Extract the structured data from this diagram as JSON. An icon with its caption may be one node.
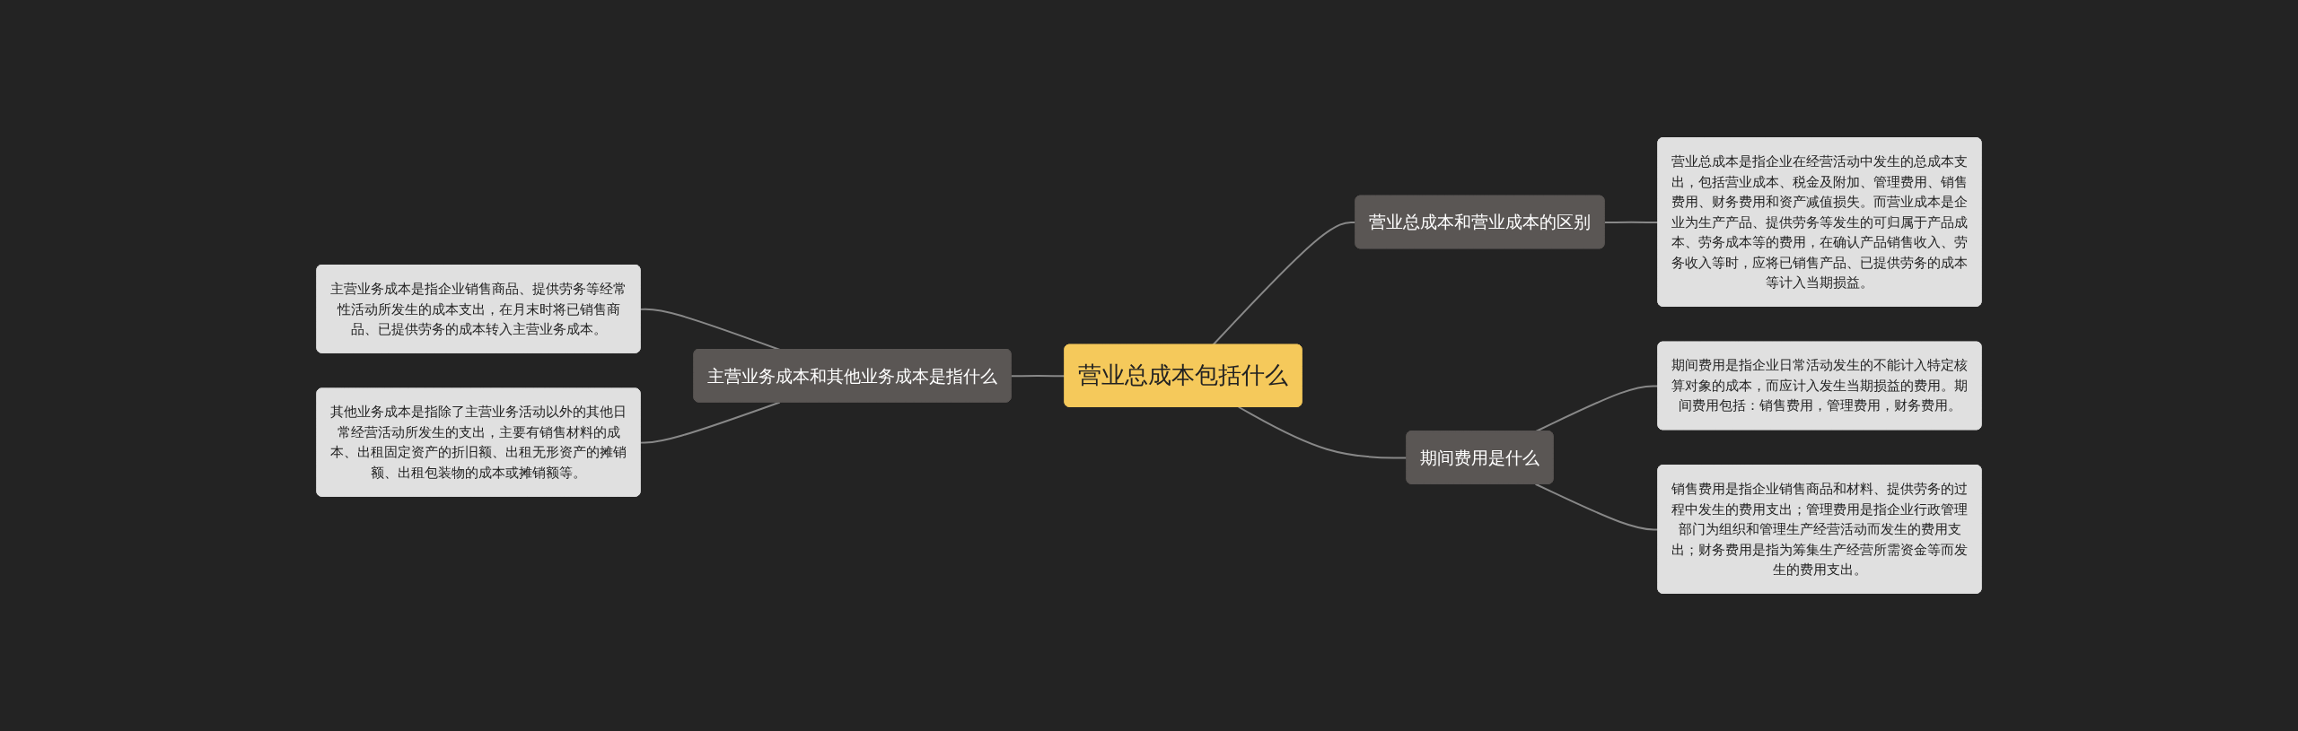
{
  "diagram": {
    "nodes": [
      {
        "text": [
          "营业总成本包括什么"
        ]
      },
      {
        "text": [
          "主营业务成本和其他业务成本是指什么"
        ]
      },
      {
        "text": [
          "主营业务成本是指企业销售商品、提供劳务等经常性活动所发生的成本支出，在月末时将已销售商品、已提供劳务的成本转入主营业务成本。"
        ]
      },
      {
        "text": [
          "其他业务成本是指除了主营业务活动以外的其他日常经营活动所发生的支出，主要有销售材料的成本、出租固定资产的折旧额、出租无形资产的摊销额、出租包装物的成本或摊销额等。"
        ]
      },
      {
        "text": [
          "营业总成本和营业成本的区别"
        ]
      },
      {
        "text": [
          "营业总成本是指企业在经营活动中发生的总成本支出，包括营业成本、税金及附加、管理费用、销售费用、财务费用和资产减值损失。而营业成本是企业为生产产品、提供劳务等发生的可归属于产品成本、劳务成本等的费用，在确认产品销售收入、劳务收入等时，应将已销售产品、已提供劳务的成本等计入当期损益。"
        ]
      },
      {
        "text": [
          "期间费用是什么"
        ]
      },
      {
        "text": [
          "期间费用是指企业日常活动发生的不能计入特定核算对象的成本，而应计入发生当期损益的费用。期间费用包括：销售费用，管理费用，财务费用。"
        ]
      },
      {
        "text": [
          "销售费用是指企业销售商品和材料、提供劳务的过程中发生的费用支出；管理费用是指企业行政管理部门为组织和管理生产经营活动而发生的费用支出；财务费用是指为筹集生产经营所需资金等而发生的费用支出。"
        ]
      }
    ],
    "edges": [
      {
        "from": 2,
        "to": 1,
        "arrow": "none"
      },
      {
        "from": 3,
        "to": 1,
        "arrow": "none"
      },
      {
        "from": 1,
        "to": 0,
        "arrow": "none"
      },
      {
        "from": 0,
        "to": 4,
        "arrow": "none"
      },
      {
        "from": 4,
        "to": 5,
        "arrow": "none"
      },
      {
        "from": 0,
        "to": 6,
        "arrow": "none"
      },
      {
        "from": 6,
        "to": 7,
        "arrow": "none"
      },
      {
        "from": 6,
        "to": 8,
        "arrow": "none"
      }
    ]
  }
}
